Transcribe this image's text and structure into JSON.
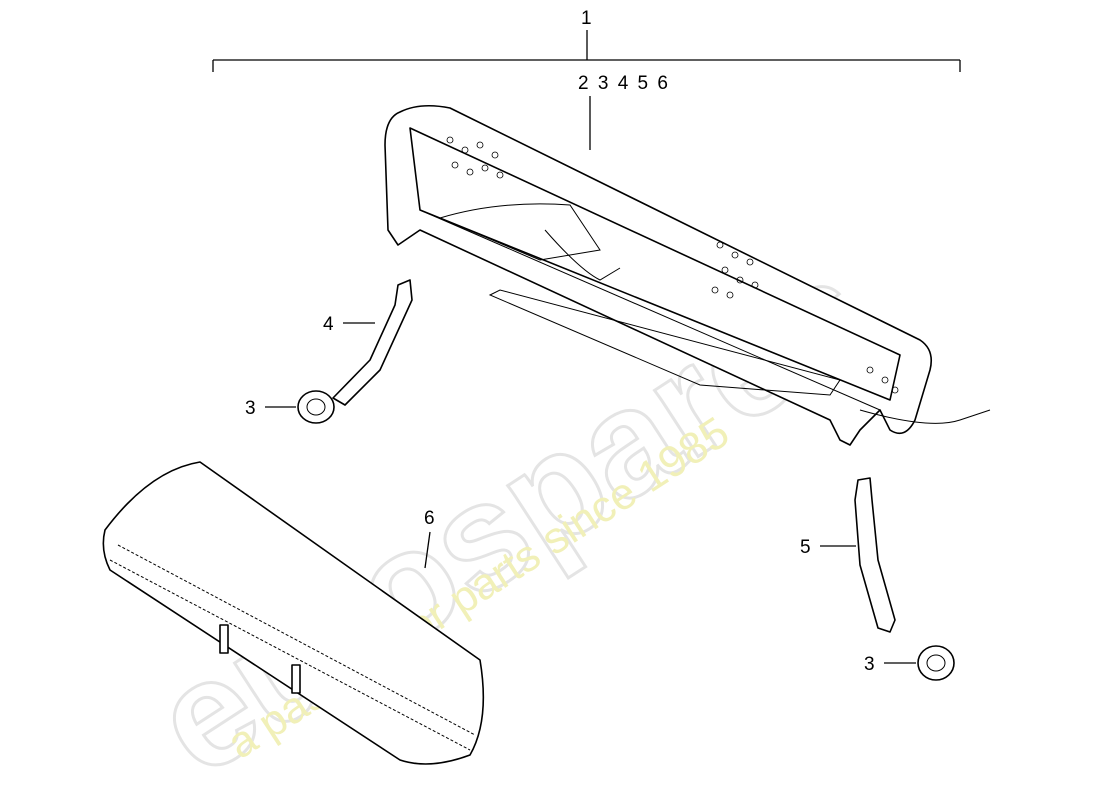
{
  "diagram": {
    "callouts": {
      "assembly": "1",
      "assembly_contents": "2 3 4 5 6",
      "left_trim": "4",
      "left_cap": "3",
      "bag": "6",
      "right_trim": "5",
      "right_cap": "3"
    },
    "watermark": {
      "brand": "eurospares",
      "tagline": "a passion for parts since 1985",
      "brand_color": "#e4e4e4",
      "tagline_color": "#f1f0b8"
    }
  }
}
